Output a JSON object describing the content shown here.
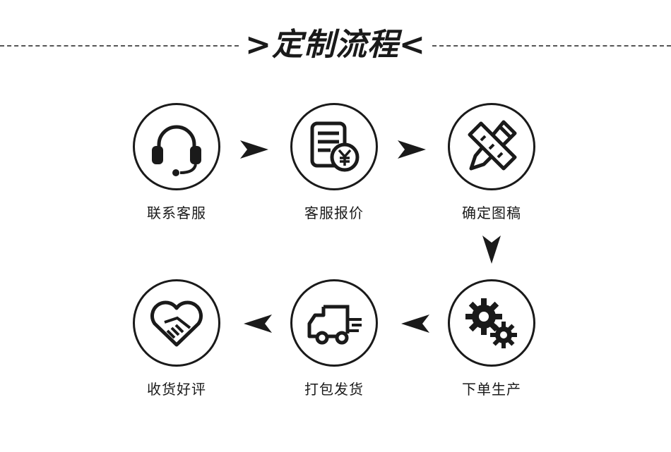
{
  "title": ">定制流程<",
  "steps": [
    {
      "label": "联系客服",
      "icon": "headset-icon"
    },
    {
      "label": "客服报价",
      "icon": "price-quote-icon"
    },
    {
      "label": "确定图稿",
      "icon": "design-tools-icon"
    },
    {
      "label": "下单生产",
      "icon": "gears-icon"
    },
    {
      "label": "打包发货",
      "icon": "delivery-truck-icon"
    },
    {
      "label": "收货好评",
      "icon": "heart-handshake-icon"
    }
  ],
  "colors": {
    "ink": "#1a1a1a",
    "background": "#ffffff"
  }
}
